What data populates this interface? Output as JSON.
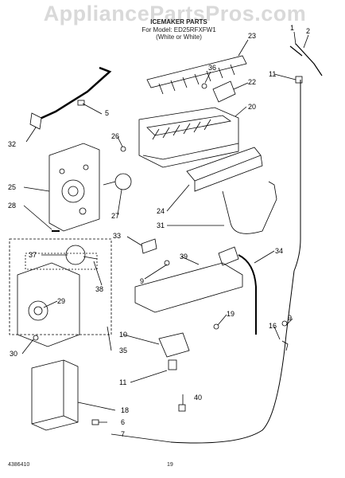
{
  "watermark": "AppliancePartsPros.com",
  "header": {
    "title": "ICEMAKER PARTS",
    "model": "For Model: ED25RFXFW1",
    "color": "(White or White)"
  },
  "footer": {
    "doc_number": "4386410",
    "page": "19"
  },
  "callouts": [
    "1",
    "2",
    "23",
    "36",
    "22",
    "20",
    "11",
    "5",
    "32",
    "26",
    "25",
    "28",
    "27",
    "24",
    "31",
    "33",
    "37",
    "38",
    "39",
    "34",
    "9",
    "29",
    "19",
    "30",
    "10",
    "35",
    "16",
    "11",
    "40",
    "18",
    "6",
    "7",
    "9"
  ]
}
